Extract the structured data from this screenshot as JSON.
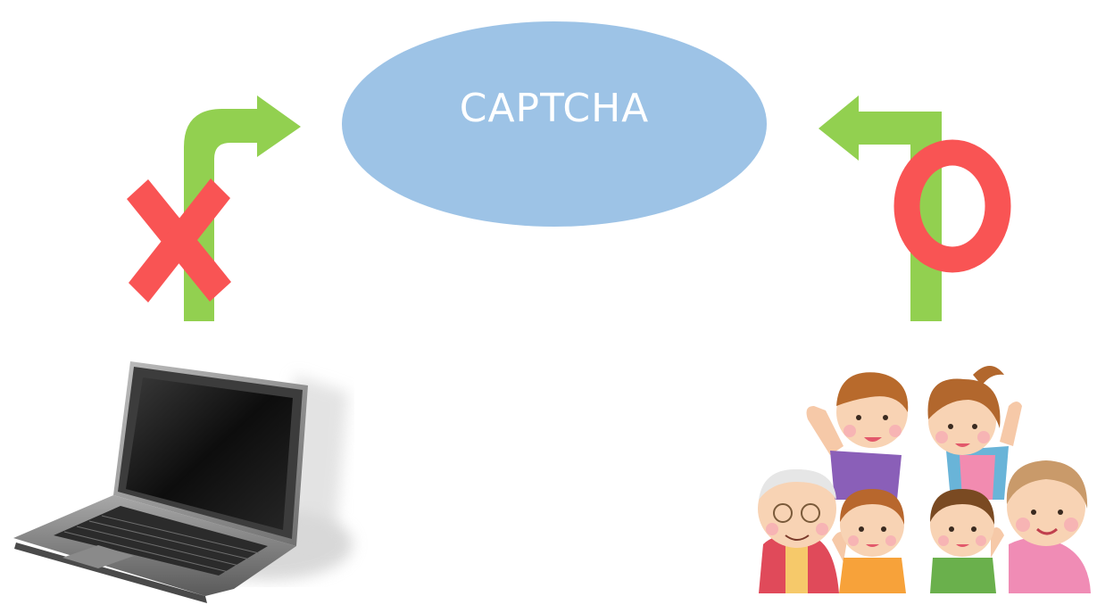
{
  "diagram": {
    "center_label": "CAPTCHA",
    "colors": {
      "ellipse": "#9dc3e6",
      "arrow": "#92d050",
      "reject_mark": "#f95454",
      "accept_mark": "#f95454",
      "label_text": "#ffffff"
    },
    "left": {
      "actor": "laptop-computer",
      "mark": "x-mark",
      "result": "rejected"
    },
    "right": {
      "actor": "family-of-people",
      "mark": "circle-mark",
      "result": "accepted"
    }
  }
}
